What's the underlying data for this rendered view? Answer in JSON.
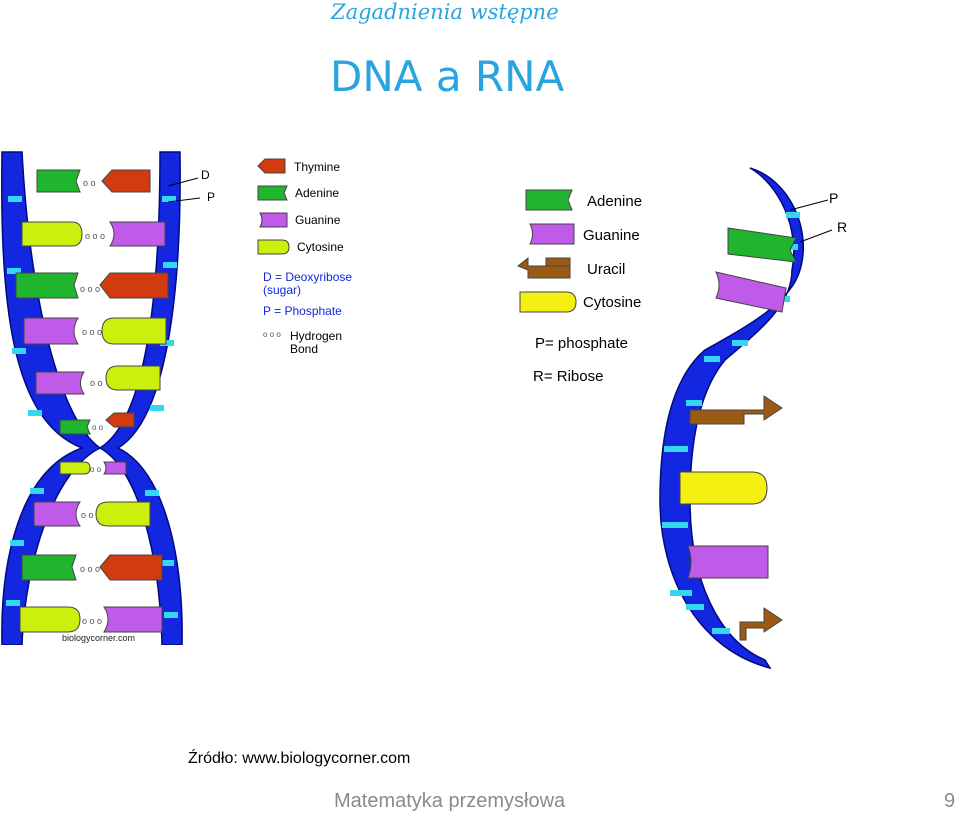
{
  "header": {
    "section": "Zagadnienia wstępne",
    "title": "DNA a RNA"
  },
  "dna": {
    "label_d": "D",
    "label_p": "P",
    "legend": {
      "thymine": "Thymine",
      "adenine": "Adenine",
      "guanine": "Guanine",
      "cytosine": "Cytosine",
      "d_def_line1": "D = Deoxyribose",
      "d_def_line2": "(sugar)",
      "p_def": "P = Phosphate",
      "bond_line1": "Hydrogen",
      "bond_line2": "Bond"
    },
    "watermark": "biologycorner.com"
  },
  "rna": {
    "label_p": "P",
    "label_r": "R",
    "legend": {
      "adenine": "Adenine",
      "guanine": "Guanine",
      "uracil": "Uracil",
      "cytosine": "Cytosine",
      "p_def": "P= phosphate",
      "r_def": "R= Ribose"
    }
  },
  "colors": {
    "backbone": "#1326e0",
    "rung": "#33d8f0",
    "thymine": "#d23a10",
    "adenine": "#1fb52f",
    "guanine": "#c05ae8",
    "cytosine": "#ccf00e",
    "uracil": "#9a5a14",
    "rna_cytosine": "#f5f012",
    "title": "#2aa4df"
  },
  "source": "Źródło: www.biologycorner.com",
  "footer": {
    "text": "Matematyka przemysłowa",
    "page": "9"
  }
}
